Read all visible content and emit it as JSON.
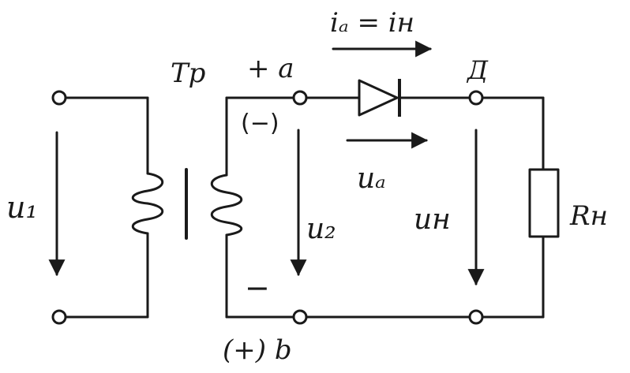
{
  "labels": {
    "current": "iₐ = iн",
    "transformer": "Tp",
    "node_a": "+ a",
    "node_a_alt": "(−)",
    "node_d": "Д",
    "u_diode": "uₐ",
    "u1": "u₁",
    "u2": "u₂",
    "un": "uн",
    "minus_sign": "−",
    "node_b": "(+) b",
    "resistor": "Rн"
  },
  "colors": {
    "ink": "#1a1a1a",
    "background": "#ffffff"
  }
}
